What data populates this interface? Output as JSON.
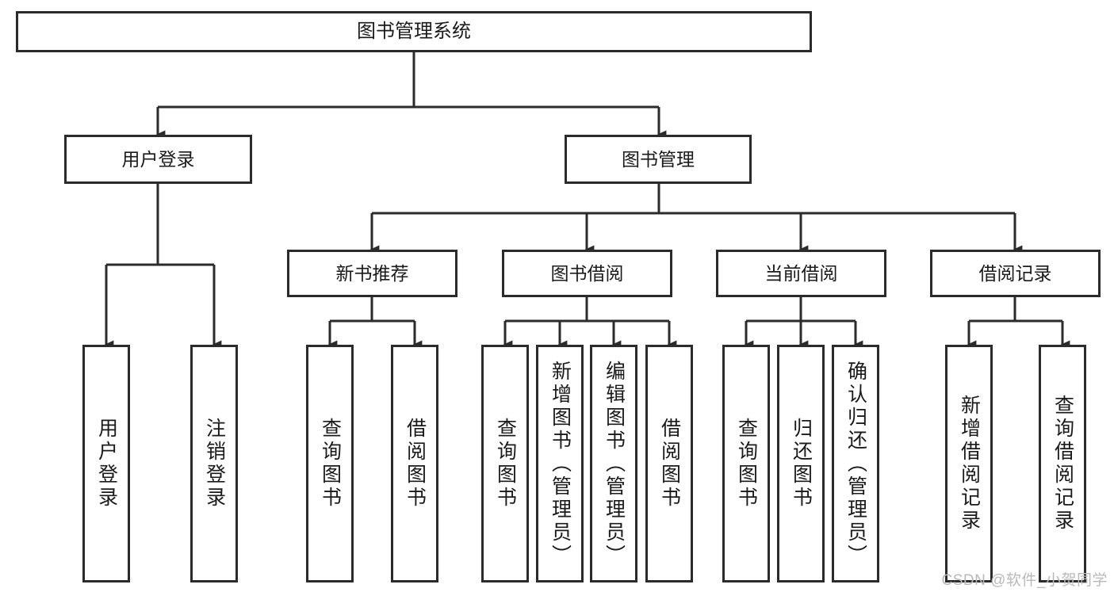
{
  "diagram": {
    "title": "图书管理系统",
    "root": {
      "label": "图书管理系统"
    },
    "level2": [
      {
        "label": "用户登录"
      },
      {
        "label": "图书管理"
      }
    ],
    "level3": [
      {
        "label": "新书推荐"
      },
      {
        "label": "图书借阅"
      },
      {
        "label": "当前借阅"
      },
      {
        "label": "借阅记录"
      }
    ],
    "leaves": {
      "user_login": [
        {
          "label": "用户登录"
        },
        {
          "label": "注销登录"
        }
      ],
      "new_book": [
        {
          "label": "查询图书"
        },
        {
          "label": "借阅图书"
        }
      ],
      "borrow_book": [
        {
          "label": "查询图书"
        },
        {
          "label": "新增图书（管理员）"
        },
        {
          "label": "编辑图书（管理员）"
        },
        {
          "label": "借阅图书"
        }
      ],
      "current_borrow": [
        {
          "label": "查询图书"
        },
        {
          "label": "归还图书"
        },
        {
          "label": "确认归还（管理员）"
        }
      ],
      "borrow_record": [
        {
          "label": "新增借阅记录"
        },
        {
          "label": "查询借阅记录"
        }
      ]
    }
  },
  "watermark": {
    "text": "CSDN @软件_小贺同学"
  },
  "colors": {
    "border": "#2b2b2b",
    "background": "#ffffff",
    "text": "#1a1a1a",
    "watermark": "#b9b9b9"
  }
}
